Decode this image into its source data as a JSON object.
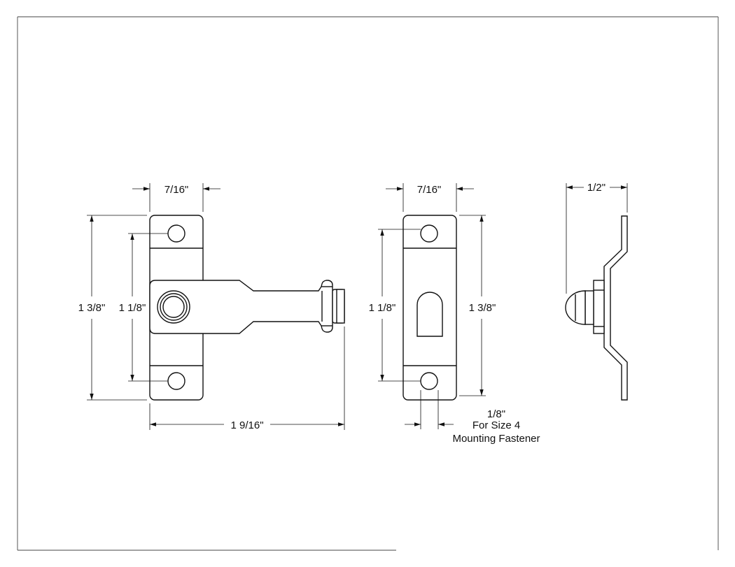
{
  "colors": {
    "line": "#111111",
    "background": "#ffffff"
  },
  "dimensions": {
    "latch_width": "7/16\"",
    "latch_height": "1 3/8\"",
    "latch_hole_spacing": "1 1/8\"",
    "latch_length": "1 9/16\"",
    "keeper_width": "7/16\"",
    "keeper_hole_spacing": "1 1/8\"",
    "keeper_height": "1 3/8\"",
    "side_depth": "1/2\"",
    "hole_size": "1/8\""
  },
  "notes": {
    "fastener_line1": "For Size 4",
    "fastener_line2": "Mounting Fastener"
  }
}
